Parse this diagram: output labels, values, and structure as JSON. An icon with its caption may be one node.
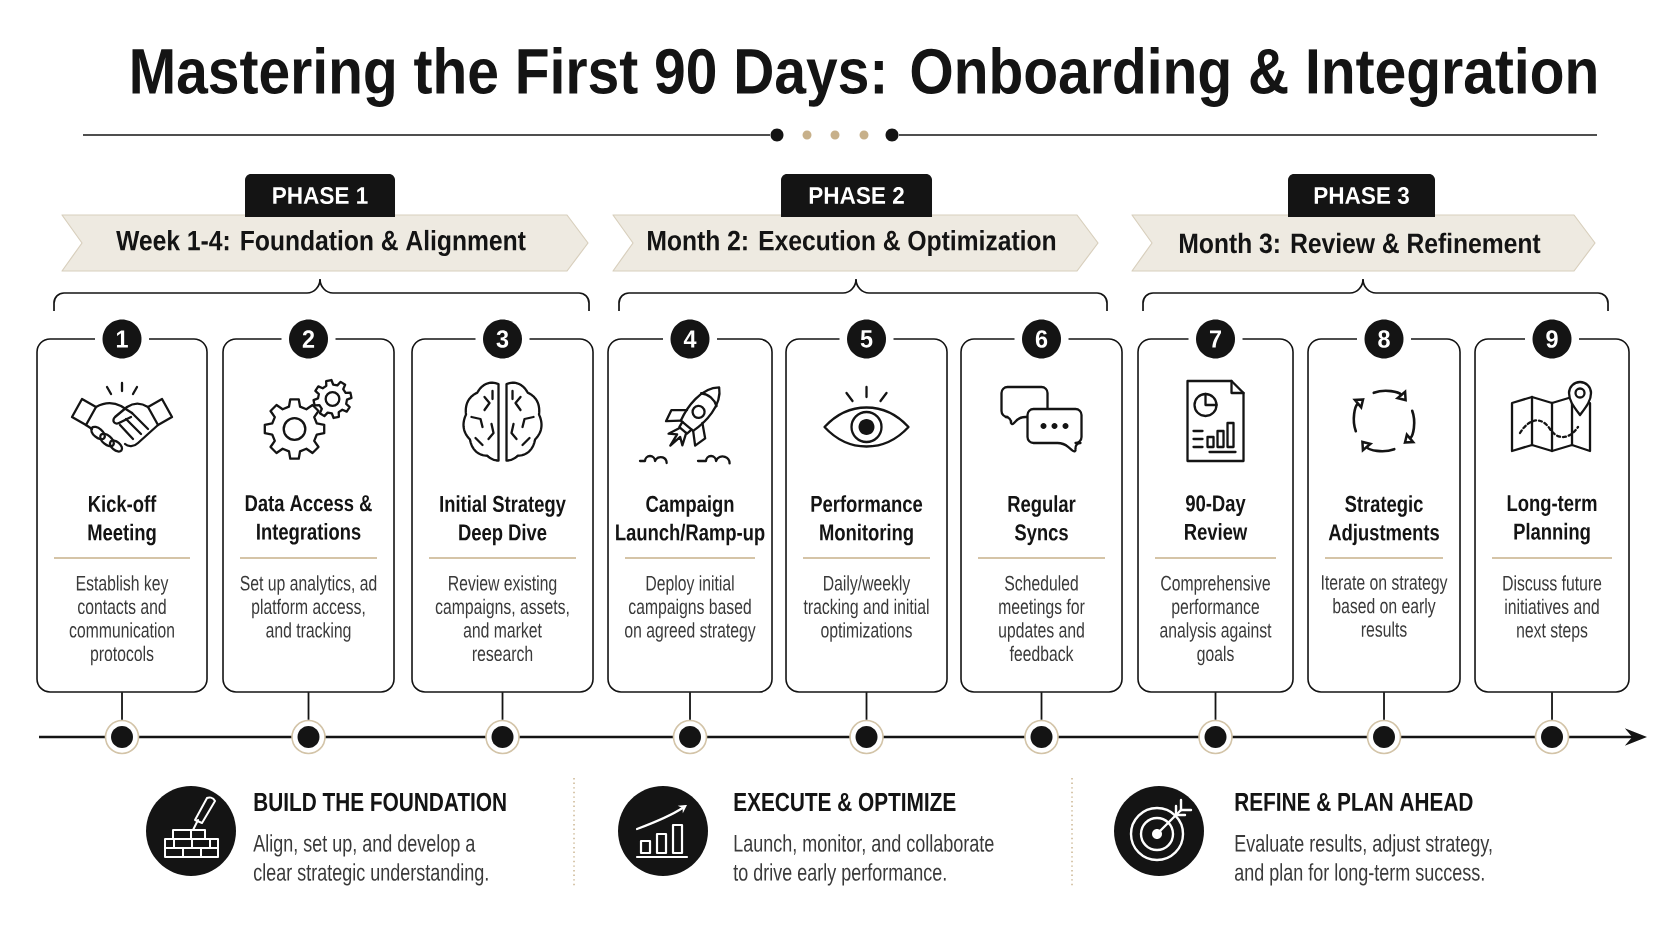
{
  "diagram": {
    "title": "Mastering the First 90 Days: Onboarding & Integration",
    "nodes": [
      {
        "text": [
          "PHASE 1"
        ]
      },
      {
        "text": [
          "PHASE 2"
        ]
      },
      {
        "text": [
          "PHASE 3"
        ]
      },
      {
        "text": [
          "Week 1-4: Foundation & Alignment"
        ]
      },
      {
        "text": [
          "Month 2: Execution & Optimization"
        ]
      },
      {
        "text": [
          "Month 3: Review & Refinement"
        ]
      },
      {
        "text": [
          "1",
          "Kick-off Meeting",
          "Establish key contacts and communication protocols"
        ]
      },
      {
        "text": [
          "2",
          "Data Access & Integrations",
          "Set up analytics, ad platform access, and tracking"
        ]
      },
      {
        "text": [
          "3",
          "Initial Strategy Deep Dive",
          "Review existing campaigns, assets, and market research"
        ]
      },
      {
        "text": [
          "4",
          "Campaign Launch/Ramp-up",
          "Deploy initial campaigns based on agreed strategy"
        ]
      },
      {
        "text": [
          "5",
          "Performance Monitoring",
          "Daily/weekly tracking and initial optimizations"
        ]
      },
      {
        "text": [
          "6",
          "Regular Syncs",
          "Scheduled meetings for updates and feedback"
        ]
      },
      {
        "text": [
          "7",
          "90-Day Review",
          "Comprehensive performance analysis against goals"
        ]
      },
      {
        "text": [
          "8",
          "Strategic Adjustments",
          "Iterate on strategy based on early results"
        ]
      },
      {
        "text": [
          "9",
          "Long-term Planning",
          "Discuss future initiatives and next steps"
        ]
      },
      {
        "text": [],
        "shape": "circle"
      },
      {
        "text": [],
        "shape": "circle"
      },
      {
        "text": [],
        "shape": "circle"
      },
      {
        "text": [],
        "shape": "circle"
      },
      {
        "text": [],
        "shape": "circle"
      },
      {
        "text": [],
        "shape": "circle"
      },
      {
        "text": [],
        "shape": "circle"
      },
      {
        "text": [],
        "shape": "circle"
      },
      {
        "text": [],
        "shape": "circle"
      }
    ],
    "edges": [
      {
        "from": 6,
        "to": 15,
        "arrow": "none"
      },
      {
        "from": 7,
        "to": 16,
        "arrow": "none"
      },
      {
        "from": 8,
        "to": 17,
        "arrow": "none"
      },
      {
        "from": 9,
        "to": 18,
        "arrow": "none"
      },
      {
        "from": 10,
        "to": 19,
        "arrow": "none"
      },
      {
        "from": 11,
        "to": 20,
        "arrow": "none"
      },
      {
        "from": 12,
        "to": 21,
        "arrow": "none"
      },
      {
        "from": 13,
        "to": 22,
        "arrow": "none"
      },
      {
        "from": 14,
        "to": 23,
        "arrow": "none"
      }
    ],
    "labels": [
      "BUILD THE FOUNDATION",
      "Align, set up, and develop a clear strategic understanding.",
      "EXECUTE & OPTIMIZE",
      "Launch, monitor, and collaborate to drive early performance.",
      "REFINE & PLAN AHEAD",
      "Evaluate results, adjust strategy, and plan for long-term success."
    ]
  }
}
